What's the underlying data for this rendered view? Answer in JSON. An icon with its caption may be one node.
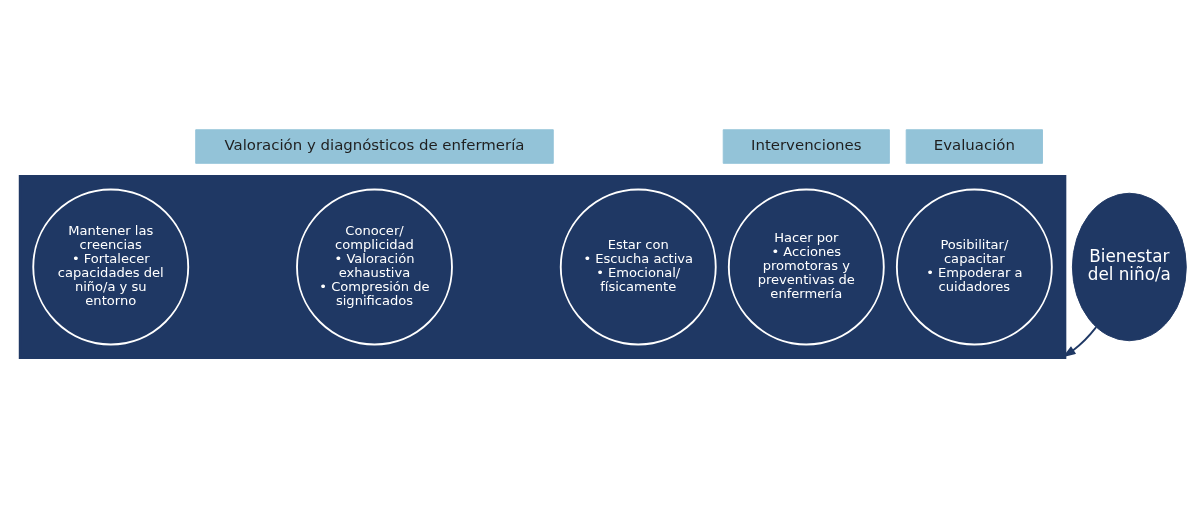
{
  "diagram": {
    "nodes": [
      {
        "text": [
          "Valoración y diagnósticos de enfermería"
        ]
      },
      {
        "text": [
          "Intervenciones"
        ]
      },
      {
        "text": [],
        "shape": "arrow"
      },
      {
        "text": [
          "Mantener las creencias",
          "• Fortalecer capacidades del niño/a y su entorno"
        ],
        "in": 2
      },
      {
        "text": [
          "Conocer/ complicidad",
          "• Valoración exhaustiva",
          "• Compresión de significados"
        ],
        "in": 2
      },
      {
        "text": [
          "Estar con",
          "• Escucha activa",
          "• Emocional/ físicamente"
        ],
        "in": 2
      },
      {
        "text": [
          "Hacer por",
          "• Acciones promotoras y preventivas de enfermería"
        ],
        "in": 2
      },
      {
        "text": [
          "Posibilitar/ capacitar",
          "• Empoderar a cuidadores"
        ],
        "in": 2
      },
      {
        "text": [
          "Bienestar del niño/a"
        ]
      },
      {
        "text": [
          "Evaluación"
        ]
      }
    ],
    "edges": [
      {
        "from": 8,
        "to": 2,
        "arrow": "to"
      }
    ]
  }
}
